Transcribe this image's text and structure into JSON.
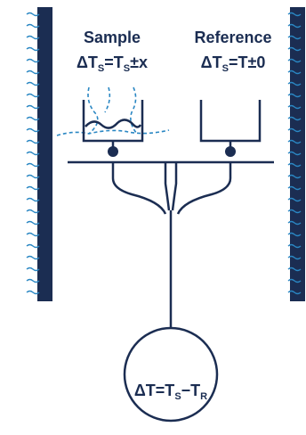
{
  "diagram": {
    "sample": {
      "title": "Sample",
      "formula": {
        "delta": "ΔT",
        "sub1": "S",
        "eq": "=T",
        "sub2": "S",
        "tail": "±x"
      }
    },
    "reference": {
      "title": "Reference",
      "formula": {
        "delta": "ΔT",
        "sub1": "S",
        "tail": "=T±0"
      }
    },
    "meter": {
      "formula": {
        "head": "ΔT=T",
        "sub1": "S",
        "mid": "−T",
        "sub2": "R"
      }
    }
  },
  "colors": {
    "wall": "#1b2d52",
    "heat_wave": "#2a87c3",
    "line": "#1b2d52",
    "text": "#1b2d52"
  }
}
